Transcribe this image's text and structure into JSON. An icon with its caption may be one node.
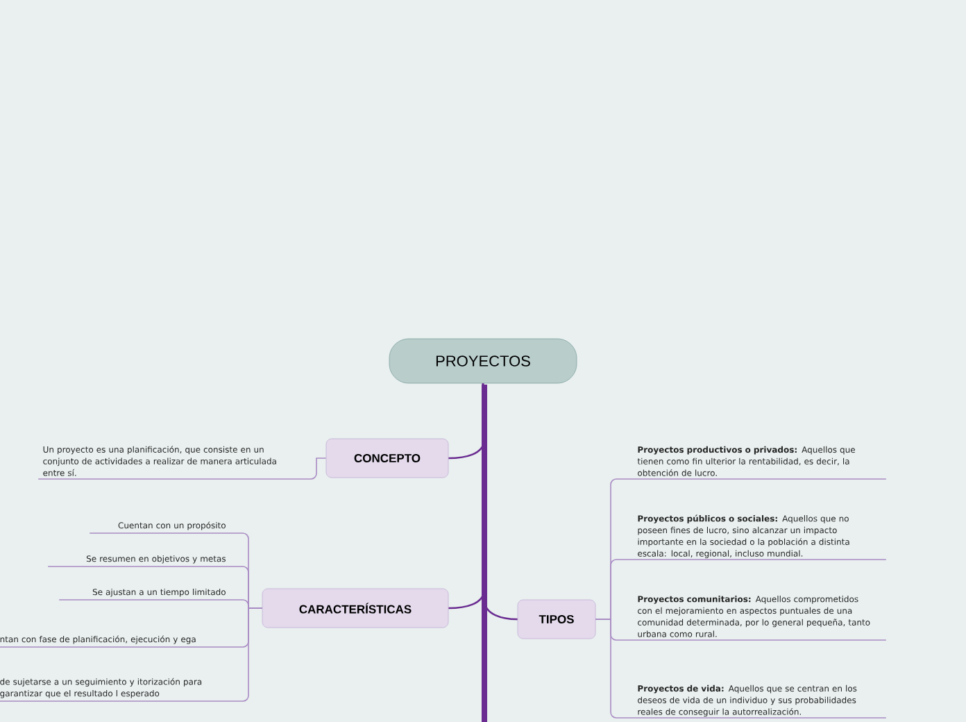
{
  "diagram": {
    "nodes": [
      {
        "text": [
          "PROYECTOS"
        ]
      },
      {
        "text": [
          "CONCEPTO"
        ]
      },
      {
        "text": [
          "Un proyecto es una planificación, que consiste en un conjunto de actividades a realizar de manera articulada entre sí."
        ]
      },
      {
        "text": [
          "CARACTERÍSTICAS"
        ]
      },
      {
        "text": [
          "Cuentan con un propósito"
        ]
      },
      {
        "text": [
          "Se resumen en objetivos y metas"
        ]
      },
      {
        "text": [
          "Se ajustan a un tiempo limitado"
        ]
      },
      {
        "text": [
          "ntan con fase de planificación, ejecución y ega"
        ]
      },
      {
        "text": [
          "de sujetarse a un seguimiento y itorización para garantizar que el resultado l esperado"
        ]
      },
      {
        "text": [
          "TIPOS"
        ]
      },
      {
        "text": [
          "**Proyectos productivos o privados:** Aquellos que tienen como fin ulterior la rentabilidad, es decir, la obtención de lucro."
        ]
      },
      {
        "text": [
          "**Proyectos públicos o sociales:** Aquellos que no poseen fines de lucro, sino alcanzar un impacto importante en la sociedad o la población a distinta escala: local, regional, incluso mundial."
        ]
      },
      {
        "text": [
          "**Proyectos comunitarios:** Aquellos comprometidos con el mejoramiento en aspectos puntuales de una comunidad determinada, por lo general pequeña, tanto urbana como rural."
        ]
      },
      {
        "text": [
          "**Proyectos de vida:** Aquellos que se centran en los deseos de vida de un individuo y sus probabilidades reales de conseguir la autorrealización."
        ]
      }
    ],
    "edges": [
      {
        "from": 0,
        "to": 1,
        "arrow": "none",
        "color": "#6a2c91"
      },
      {
        "from": 0,
        "to": 3,
        "arrow": "none",
        "color": "#6a2c91"
      },
      {
        "from": 0,
        "to": 9,
        "arrow": "none",
        "color": "#6a2c91"
      },
      {
        "from": 1,
        "to": 2,
        "arrow": "none"
      },
      {
        "from": 3,
        "to": 4,
        "arrow": "none"
      },
      {
        "from": 3,
        "to": 5,
        "arrow": "none"
      },
      {
        "from": 3,
        "to": 6,
        "arrow": "none"
      },
      {
        "from": 3,
        "to": 7,
        "arrow": "none"
      },
      {
        "from": 3,
        "to": 8,
        "arrow": "none"
      },
      {
        "from": 9,
        "to": 10,
        "arrow": "none"
      },
      {
        "from": 9,
        "to": 11,
        "arrow": "none"
      },
      {
        "from": 9,
        "to": 12,
        "arrow": "none"
      },
      {
        "from": 9,
        "to": 13,
        "arrow": "none"
      }
    ]
  }
}
